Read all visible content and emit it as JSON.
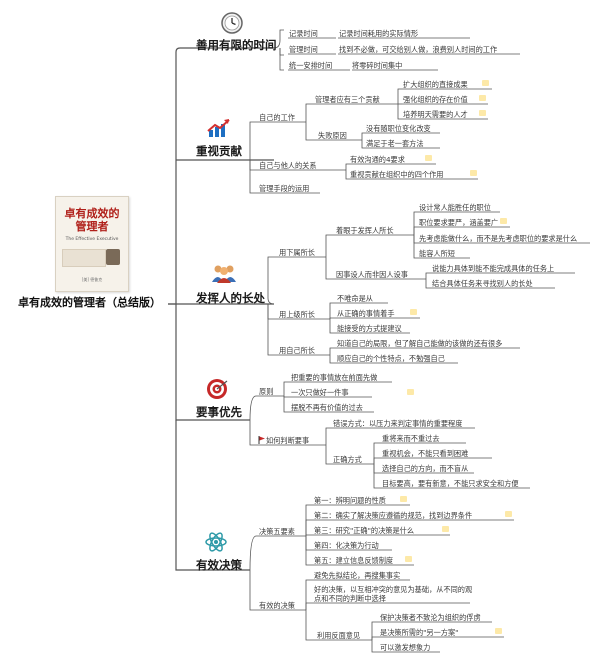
{
  "root": {
    "title": "卓有成效的管理者（总结版）",
    "book_title": "卓有成效的管理者",
    "book_subtitle": "The Effective Executive",
    "book_author": "[美] 德鲁克"
  },
  "branches": {
    "time": {
      "title": "善用有限的时间",
      "icon": "clock-icon",
      "items": [
        {
          "label": "记录时间",
          "detail": "记录时间耗用的实际情形"
        },
        {
          "label": "管理时间",
          "detail": "找到不必做，可交给别人做，浪费别人时间的工作"
        },
        {
          "label": "统一安排时间",
          "detail": "将零碎时间集中"
        }
      ]
    },
    "contribution": {
      "title": "重视贡献",
      "icon": "rising-chart-icon",
      "own_work": "自己的工作",
      "three_contrib": "管理者应有三个贡献",
      "contrib_items": [
        "扩大组织的直接成果",
        "强化组织的存在价值",
        "培养明天需要的人才"
      ],
      "failure": "失败原因",
      "failure_items": [
        "没有随职位变化改变",
        "满足于老一套方法"
      ],
      "relations": "自己与他人的关系",
      "rel_items": [
        "有效沟通的4要求",
        "重视贡献在组织中的四个作用"
      ],
      "means": "管理手段的运用"
    },
    "strengths": {
      "title": "发挥人的长处",
      "icon": "people-group-icon",
      "subordinate": "用下属所长",
      "focus_strength": "着眼于发挥人所长",
      "focus_items": [
        "设计常人能胜任的职位",
        "职位要求要严，涵盖要广",
        "先考虑能做什么，而不是先考虑职位的要求是什么",
        "能容人所短"
      ],
      "task_not_person": "因事设人而非因人设事",
      "task_items": [
        "说能力具体到能不能完成具体的任务上",
        "结合具体任务来寻找别人的长处"
      ],
      "superior": "用上级所长",
      "superior_items": [
        "不唯命是从",
        "从正确的事情着手",
        "能接受的方式提建议"
      ],
      "self": "用自己所长",
      "self_items": [
        "知道自己的局限，但了解自己能做的该做的还有很多",
        "顺应自己的个性特点，不勉强自己"
      ]
    },
    "priority": {
      "title": "要事优先",
      "icon": "target-icon",
      "principle": "原则",
      "principle_items": [
        "把重要的事情放在前面先做",
        "一次只做好一件事",
        "摆脱不再有价值的过去"
      ],
      "judge": "如何判断要事",
      "wrong_way": "错误方式：以压力来判定事情的重要程度",
      "right_way": "正确方式",
      "right_items": [
        "重将来而不重过去",
        "重视机会，不能只看到困难",
        "选择自己的方向，而不盲从",
        "目标要高，要有新意，不能只求安全和方便"
      ]
    },
    "decision": {
      "title": "有效决策",
      "icon": "atom-icon",
      "five_elements": "决策五要素",
      "element_items": [
        "第一：辨明问题的性质",
        "第二：确实了解决策应遵循的规范，找到边界条件",
        "第三：研究\"正确\"的决策是什么",
        "第四：化决策为行动",
        "第五：建立信息反馈制度"
      ],
      "effective": "有效的决策",
      "effective_items": [
        "避免先拟结论，再搜集事实",
        "好的决策，以互相冲突的意见为基础，从不同的观点和不同的判断中选择"
      ],
      "opposition": "利用反面意见",
      "opposition_items": [
        "保护决策者不致沦为组织的俘虏",
        "是决策所需的\"另一方案\"",
        "可以激发想象力"
      ]
    }
  },
  "colors": {
    "line": "#555555",
    "note": "#fde9a8",
    "accent_red": "#c62828"
  }
}
